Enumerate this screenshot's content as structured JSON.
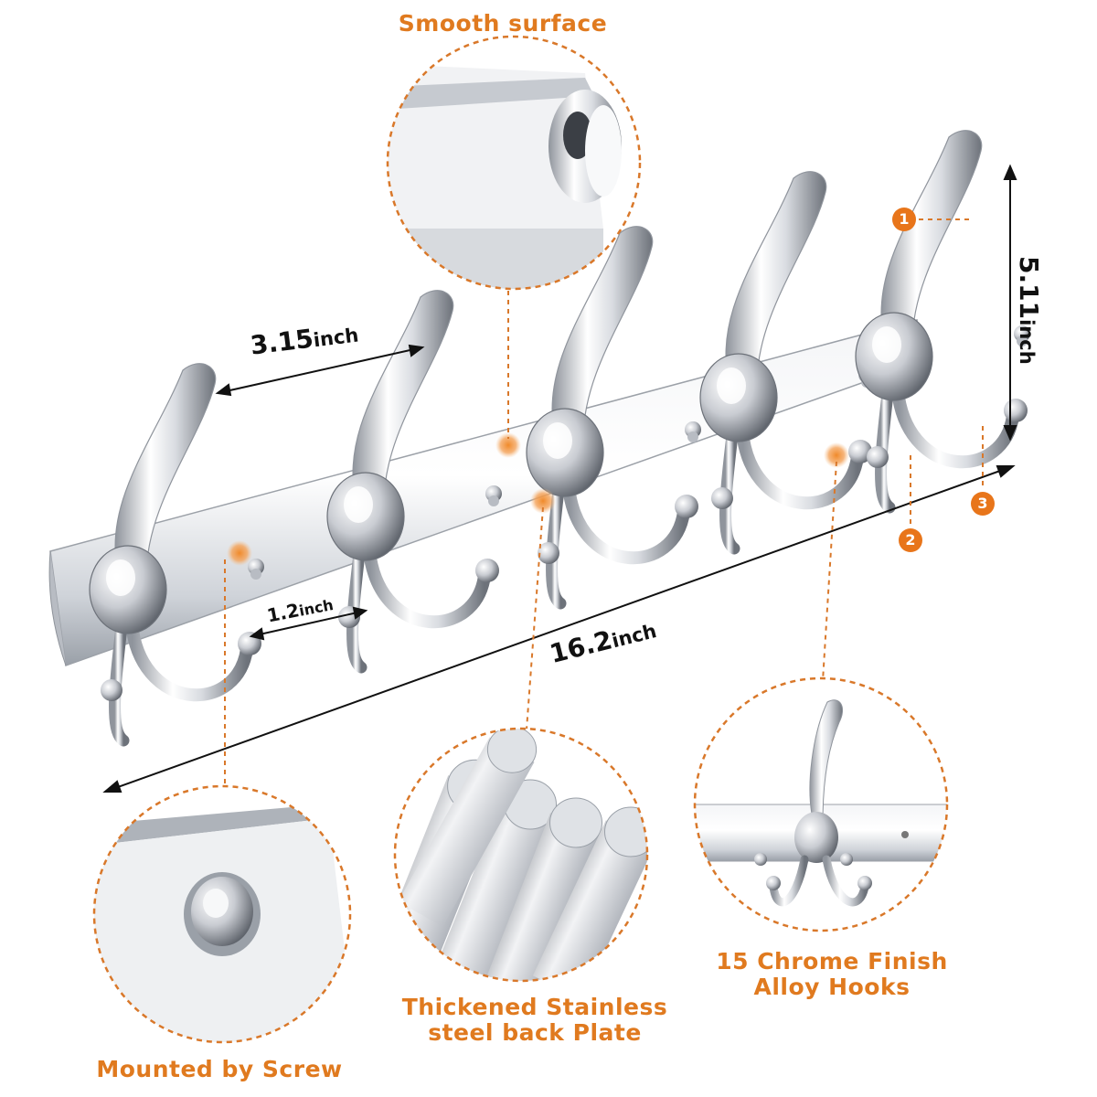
{
  "callouts": {
    "smooth_surface": "Smooth surface",
    "mounted_by_screw": "Mounted by Screw",
    "stainless_line1": "Thickened Stainless",
    "stainless_line2": "steel back Plate",
    "hooks_line1": "15 Chrome Finish",
    "hooks_line2": "Alloy Hooks"
  },
  "dimensions": {
    "hook_spacing": {
      "value": "3.15",
      "unit": "inch"
    },
    "small_spacing": {
      "value": "1.2",
      "unit": "inch"
    },
    "length": {
      "value": "16.2",
      "unit": "inch"
    },
    "height": {
      "value": "5.11",
      "unit": "inch"
    }
  },
  "badges": [
    "1",
    "2",
    "3"
  ],
  "colors": {
    "accent": "#e8751a",
    "dashed": "#d9782a",
    "chrome": "#c9ccd2"
  }
}
